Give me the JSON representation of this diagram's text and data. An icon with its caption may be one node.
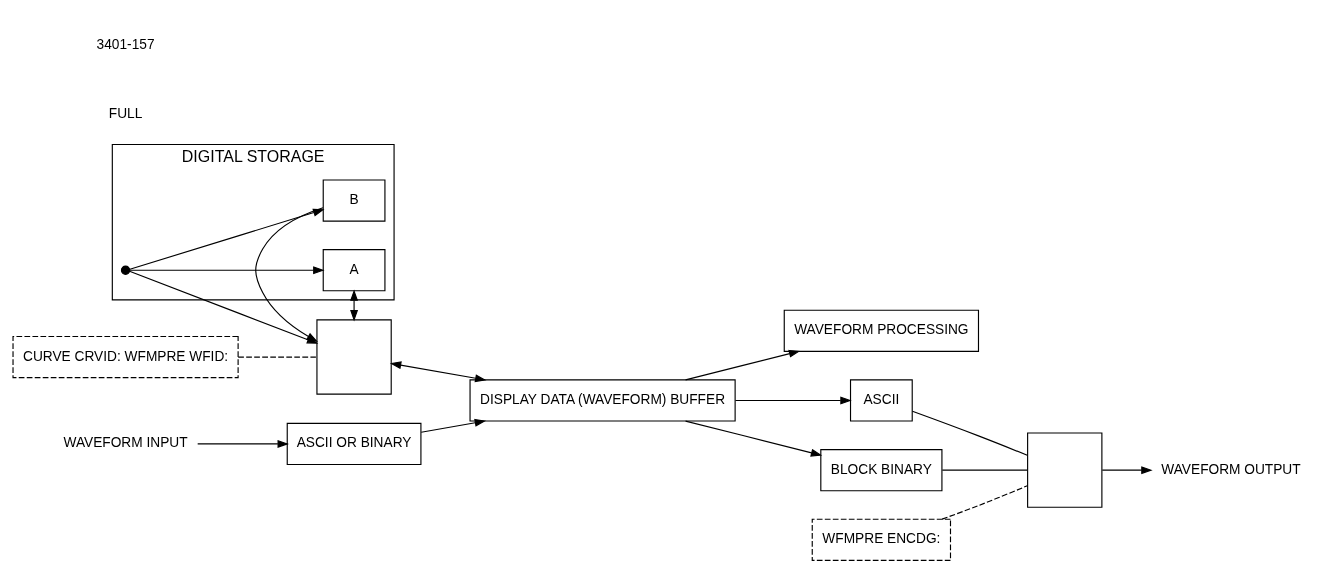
{
  "diagram": {
    "nodes": [
      {
        "text": [
          "DIGITAL STORAGE"
        ]
      },
      {
        "text": [
          "A"
        ],
        "in": 0
      },
      {
        "text": [],
        "shape": "circle",
        "in": 0
      },
      {
        "text": [
          "B"
        ],
        "in": 0
      },
      {
        "text": [],
        "shape": "box"
      },
      {
        "text": [
          "CURVE CRVID: WFMPRE WFID:"
        ]
      },
      {
        "text": [
          "DISPLAY DATA (WAVEFORM) BUFFER"
        ]
      },
      {
        "text": [
          "WAVEFORM PROCESSING"
        ]
      },
      {
        "text": [
          "ASCII OR BINARY"
        ]
      },
      {
        "text": [
          "WAVEFORM INPUT"
        ]
      },
      {
        "text": [
          "ASCII"
        ]
      },
      {
        "text": [
          "BLOCK BINARY"
        ]
      },
      {
        "text": [],
        "shape": "box"
      },
      {
        "text": [
          "WAVEFORM OUTPUT"
        ]
      },
      {
        "text": [
          "WFMPRE ENCDG:"
        ]
      }
    ],
    "edges": [
      {
        "from": 4,
        "to": 1,
        "arrow": "both"
      },
      {
        "from": 2,
        "to": 1,
        "arrow": "to"
      },
      {
        "from": 2,
        "to": 3,
        "arrow": "to"
      },
      {
        "from": 2,
        "to": 4,
        "arrow": "to"
      },
      {
        "from": 3,
        "to": 4,
        "arrow": "to"
      },
      {
        "from": 4,
        "to": 6,
        "arrow": "both"
      },
      {
        "from": 6,
        "to": 7,
        "arrow": "to"
      },
      {
        "from": 8,
        "to": 6,
        "arrow": "to"
      },
      {
        "from": 6,
        "to": 10,
        "arrow": "to"
      },
      {
        "from": 6,
        "to": 11,
        "arrow": "to"
      },
      {
        "from": 9,
        "to": 8,
        "arrow": "to"
      },
      {
        "from": 10,
        "to": 12,
        "arrow": "none"
      },
      {
        "from": 11,
        "to": 12,
        "arrow": "none"
      },
      {
        "from": 12,
        "to": 13,
        "arrow": "to"
      },
      {
        "from": 5,
        "to": 4,
        "arrow": "none",
        "style": "dashed"
      },
      {
        "from": 14,
        "to": 12,
        "arrow": "none",
        "style": "dashed"
      }
    ],
    "labels": [
      "FULL",
      "3401-157"
    ]
  }
}
